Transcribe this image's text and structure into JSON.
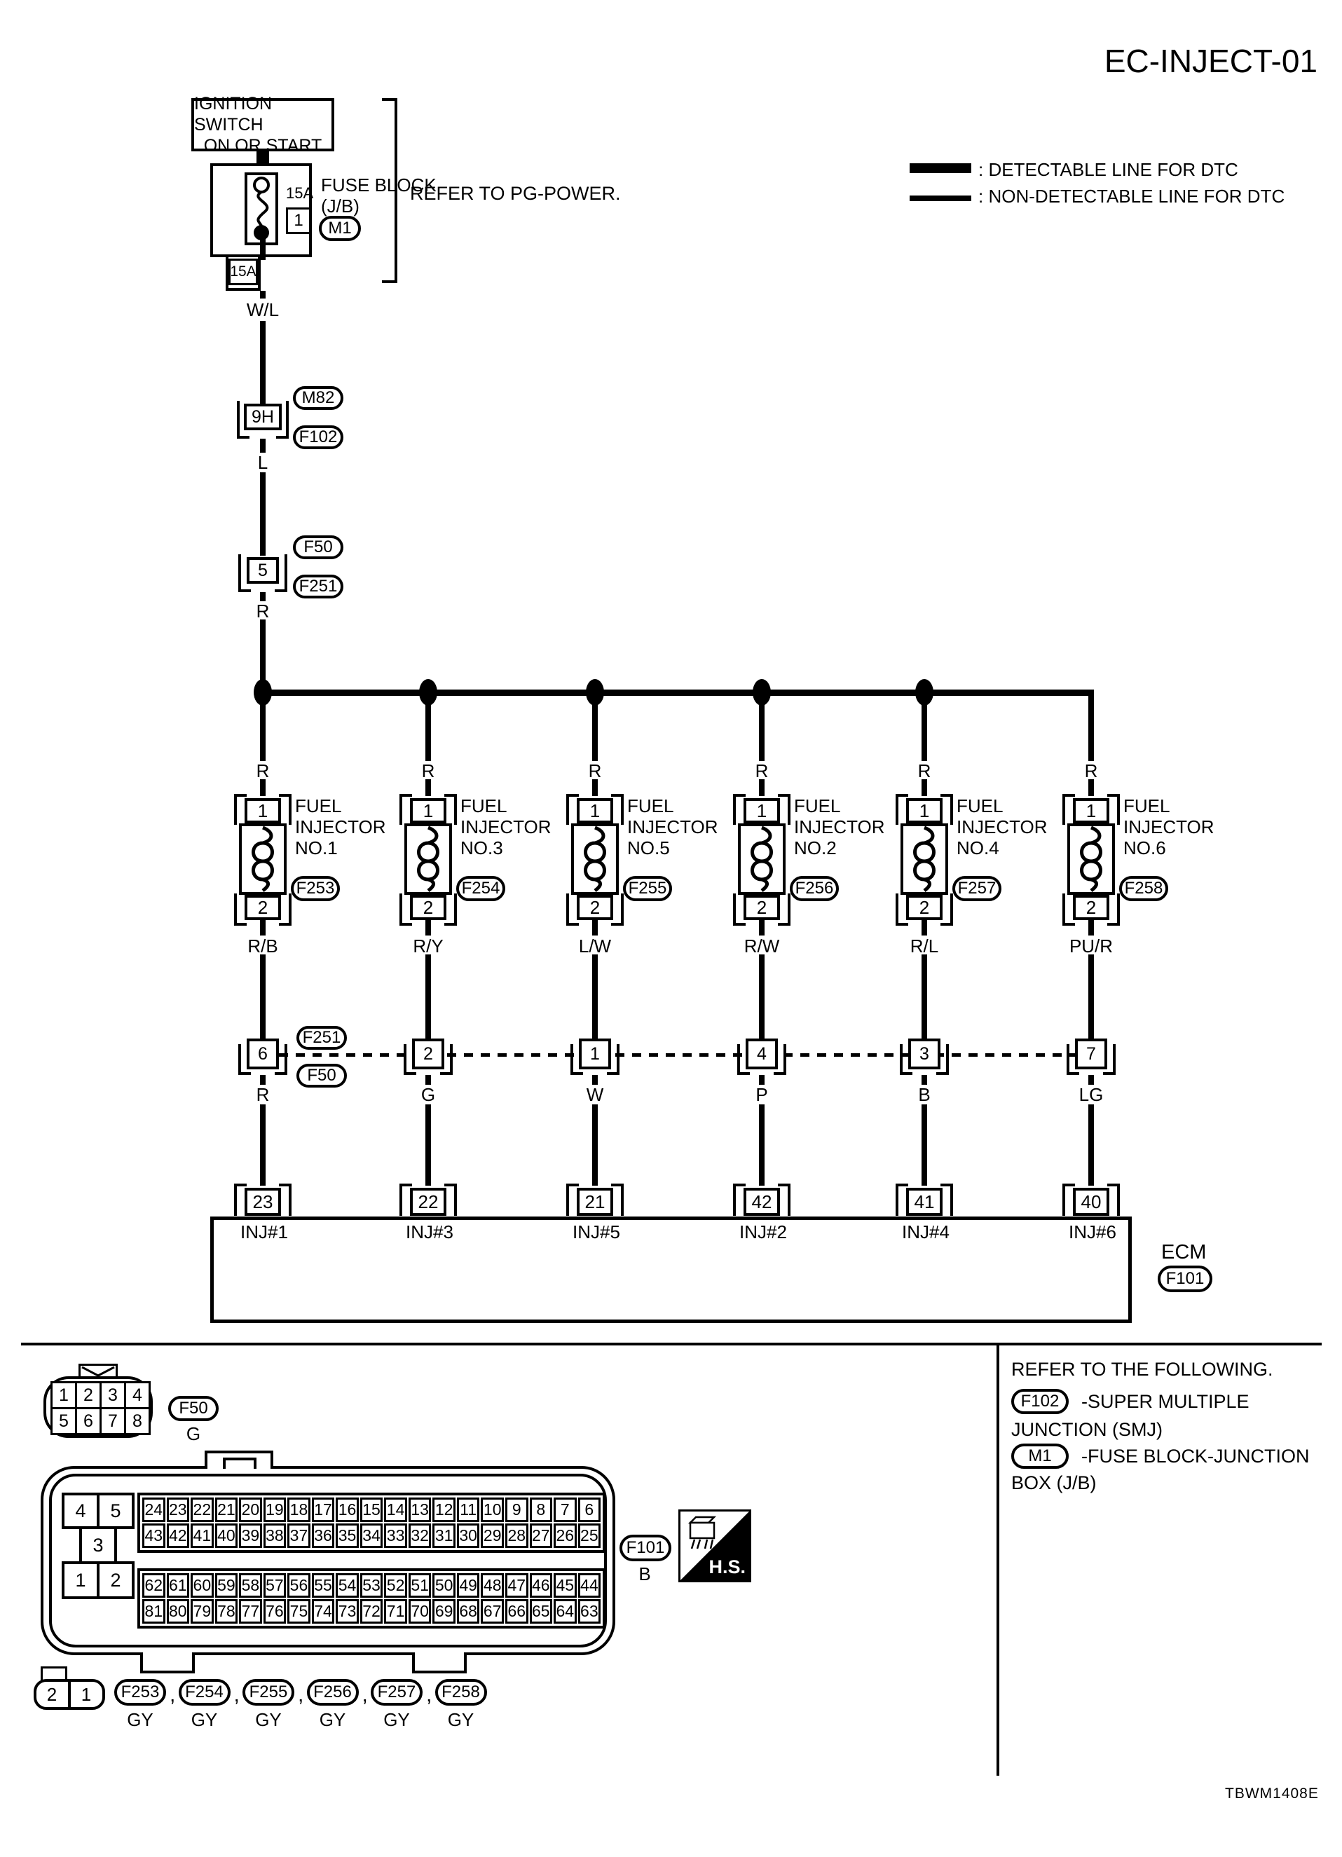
{
  "title": "EC-INJECT-01",
  "doc_code": "TBWM1408E",
  "colors": {
    "ink": "#000000",
    "paper": "#ffffff"
  },
  "legend": {
    "detectable": ": DETECTABLE LINE FOR DTC",
    "non_detectable": ": NON-DETECTABLE LINE FOR DTC"
  },
  "power_chain": {
    "ignition_line1": "IGNITION SWITCH",
    "ignition_line2": "ON OR START",
    "fuse_rating": "15A",
    "fuse_slot": "1",
    "fuse_block_name1": "FUSE BLOCK",
    "fuse_block_name2": "(J/B)",
    "fuse_block_conn": "M1",
    "refer_note": "REFER TO PG-POWER.",
    "fuse_out_pin": "15A",
    "wire1": "W/L",
    "smj_pin": "9H",
    "smj_conn_a": "M82",
    "smj_conn_b": "F102",
    "wire2": "L",
    "joint_pin": "5",
    "joint_conn_a": "F50",
    "joint_conn_b": "F251",
    "wire3": "R"
  },
  "columns": [
    {
      "wire_top": "R",
      "pin_in": "1",
      "pin_out": "2",
      "dev1": "FUEL",
      "dev2": "INJECTOR",
      "dev3": "NO.1",
      "conn": "F253",
      "wire_mid": "R/B",
      "joint_pin": "6",
      "joint_conn_a": "F251",
      "joint_conn_b": "F50",
      "wire_low": "R",
      "ecm_pin": "23",
      "ecm_sig": "INJ#1"
    },
    {
      "wire_top": "R",
      "pin_in": "1",
      "pin_out": "2",
      "dev1": "FUEL",
      "dev2": "INJECTOR",
      "dev3": "NO.3",
      "conn": "F254",
      "wire_mid": "R/Y",
      "joint_pin": "2",
      "wire_low": "G",
      "ecm_pin": "22",
      "ecm_sig": "INJ#3"
    },
    {
      "wire_top": "R",
      "pin_in": "1",
      "pin_out": "2",
      "dev1": "FUEL",
      "dev2": "INJECTOR",
      "dev3": "NO.5",
      "conn": "F255",
      "wire_mid": "L/W",
      "joint_pin": "1",
      "wire_low": "W",
      "ecm_pin": "21",
      "ecm_sig": "INJ#5"
    },
    {
      "wire_top": "R",
      "pin_in": "1",
      "pin_out": "2",
      "dev1": "FUEL",
      "dev2": "INJECTOR",
      "dev3": "NO.2",
      "conn": "F256",
      "wire_mid": "R/W",
      "joint_pin": "4",
      "wire_low": "P",
      "ecm_pin": "42",
      "ecm_sig": "INJ#2"
    },
    {
      "wire_top": "R",
      "pin_in": "1",
      "pin_out": "2",
      "dev1": "FUEL",
      "dev2": "INJECTOR",
      "dev3": "NO.4",
      "conn": "F257",
      "wire_mid": "R/L",
      "joint_pin": "3",
      "wire_low": "B",
      "ecm_pin": "41",
      "ecm_sig": "INJ#4"
    },
    {
      "wire_top": "R",
      "pin_in": "1",
      "pin_out": "2",
      "dev1": "FUEL",
      "dev2": "INJECTOR",
      "dev3": "NO.6",
      "conn": "F258",
      "wire_mid": "PU/R",
      "joint_pin": "7",
      "wire_low": "LG",
      "ecm_pin": "40",
      "ecm_sig": "INJ#6"
    }
  ],
  "ecm": {
    "name": "ECM",
    "conn": "F101"
  },
  "refer_box": {
    "title": "REFER TO THE FOLLOWING.",
    "item1_conn": "F102",
    "item1_text1": "-SUPER MULTIPLE",
    "item1_text2": "JUNCTION (SMJ)",
    "item2_conn": "M1",
    "item2_text1": "-FUSE BLOCK-JUNCTION",
    "item2_text2": "BOX (J/B)"
  },
  "views": {
    "f50": {
      "row1": [
        "1",
        "2",
        "3",
        "4"
      ],
      "row2": [
        "5",
        "6",
        "7",
        "8"
      ],
      "conn": "F50",
      "color": "G"
    },
    "ecm_conn": {
      "cell_4": "4",
      "cell_5": "5",
      "cell_3": "3",
      "cell_1": "1",
      "cell_2": "2",
      "rows": [
        [
          24,
          23,
          22,
          21,
          20,
          19,
          18,
          17,
          16,
          15,
          14,
          13,
          12,
          11,
          10,
          9,
          8,
          7,
          6
        ],
        [
          43,
          42,
          41,
          40,
          39,
          38,
          37,
          36,
          35,
          34,
          33,
          32,
          31,
          30,
          29,
          28,
          27,
          26,
          25
        ],
        [
          62,
          61,
          60,
          59,
          58,
          57,
          56,
          55,
          54,
          53,
          52,
          51,
          50,
          49,
          48,
          47,
          46,
          45,
          44
        ],
        [
          81,
          80,
          79,
          78,
          77,
          76,
          75,
          74,
          73,
          72,
          71,
          70,
          69,
          68,
          67,
          66,
          65,
          64,
          63
        ]
      ],
      "conn": "F101",
      "color": "B"
    },
    "hs": "H.S.",
    "inj_conn": {
      "pin_left": "2",
      "pin_right": "1",
      "codes": [
        "F253",
        "F254",
        "F255",
        "F256",
        "F257",
        "F258"
      ],
      "color": "GY",
      "separator": ","
    }
  }
}
